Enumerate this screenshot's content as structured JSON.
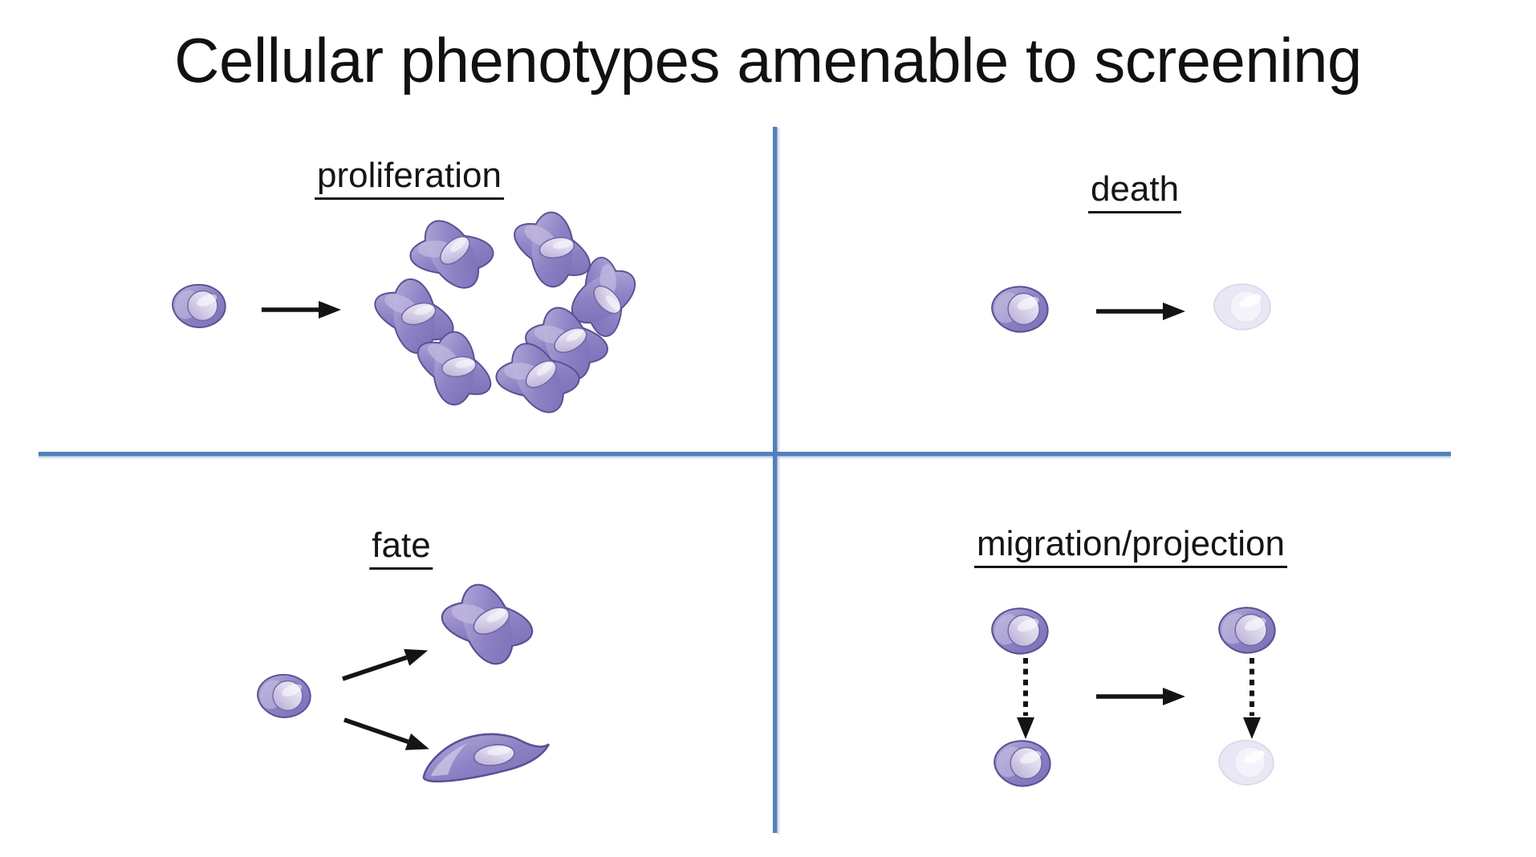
{
  "title": "Cellular phenotypes amenable to screening",
  "quadrants": {
    "proliferation": {
      "label": "proliferation",
      "figure": [
        "cell-icon",
        "arrow-right-icon",
        "cell-cluster-icon"
      ]
    },
    "death": {
      "label": "death",
      "figure": [
        "cell-icon",
        "arrow-right-icon",
        "dead-cell-icon"
      ]
    },
    "fate": {
      "label": "fate",
      "figure": [
        "cell-icon",
        "arrow-up-right-icon",
        "arrow-down-right-icon",
        "star-cell-icon",
        "spindle-cell-icon"
      ]
    },
    "migration": {
      "label": "migration/projection",
      "figure": [
        "cell-icon",
        "dotted-arrow-down-icon",
        "cell-icon",
        "arrow-right-icon",
        "cell-icon",
        "dotted-arrow-down-icon",
        "dead-cell-icon"
      ]
    }
  },
  "colors": {
    "background": "#FFFFFF",
    "text": "#151515",
    "divider_blue": "#4F81BD",
    "arrow_black": "#141414",
    "cell_body_purple": "#8C80C4",
    "cell_outline_purple": "#5A5094",
    "cell_rim_lavender": "#C9C1E3",
    "nucleus_light": "#DCD6EC",
    "ghost_cell_lavender": "#E9E6F4"
  }
}
